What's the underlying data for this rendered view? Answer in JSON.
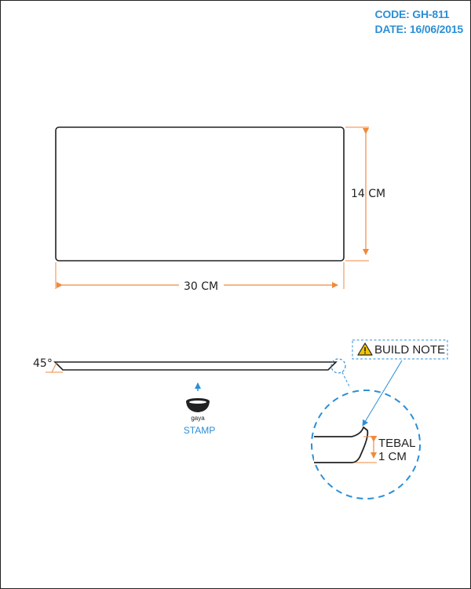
{
  "header": {
    "code": "CODE: GH-811",
    "date": "DATE: 16/06/2015"
  },
  "dimensions": {
    "width_label": "30 CM",
    "height_label": "14 CM",
    "angle_label": "45°"
  },
  "build_note": {
    "label": "BUILD NOTE",
    "thickness_line1": "TEBAL",
    "thickness_line2": "1 CM"
  },
  "stamp": {
    "brand": "gaya",
    "label": "STAMP"
  },
  "colors": {
    "accent_blue": "#2b8fd6",
    "dimension_orange": "#f08a3c",
    "outline": "#222222",
    "warning_yellow": "#f5c400"
  }
}
